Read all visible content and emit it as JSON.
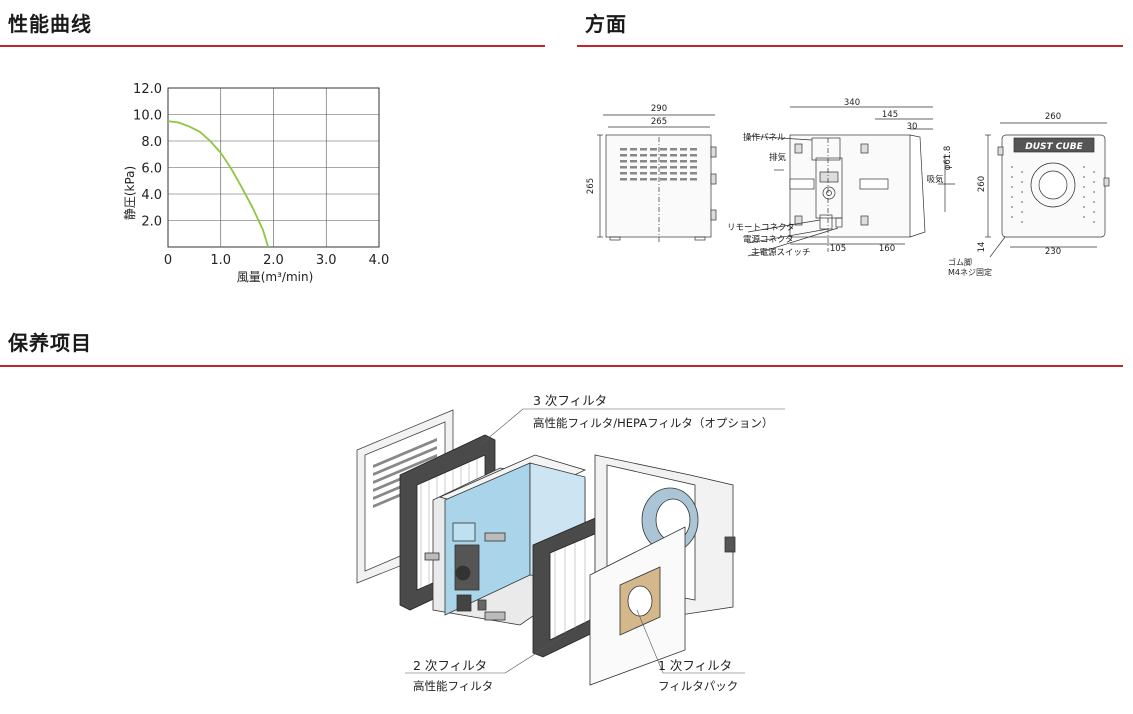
{
  "sections": {
    "performance": "性能曲线",
    "dimensions": "方面",
    "maintenance": "保养项目"
  },
  "chart_data": {
    "type": "line",
    "xlabel": "風量(m³/min)",
    "ylabel": "静圧(kPa)",
    "xlim": [
      0,
      4.0
    ],
    "ylim": [
      0,
      12.0
    ],
    "xticks": [
      "0",
      "1.0",
      "2.0",
      "3.0",
      "4.0"
    ],
    "yticks": [
      "2.0",
      "4.0",
      "6.0",
      "8.0",
      "10.0",
      "12.0"
    ],
    "grid": true,
    "color": "#8dc63f",
    "series": [
      {
        "x": [
          0,
          0.2,
          0.4,
          0.6,
          0.8,
          1.0,
          1.2,
          1.4,
          1.6,
          1.8,
          1.9
        ],
        "values": [
          9.5,
          9.4,
          9.1,
          8.7,
          8.0,
          7.1,
          5.9,
          4.5,
          3.0,
          1.3,
          0.0
        ]
      }
    ]
  },
  "drawing": {
    "dims": {
      "w290": "290",
      "w265": "265",
      "h265": "265",
      "w340": "340",
      "w145": "145",
      "w30": "30",
      "d61": "φ61.8",
      "w105": "105",
      "w160": "160",
      "w260": "260",
      "h260": "260",
      "h14": "14",
      "w230": "230"
    },
    "labels": {
      "panel": "操作パネル",
      "exhaust": "排気",
      "intake": "吸気",
      "remote": "リモートコネクタ",
      "power_conn": "電源コネクタ",
      "main_switch": "主電源スイッチ",
      "rubber_foot": "ゴム脚",
      "screw": "M4ネジ固定",
      "logo": "DUST CUBE"
    }
  },
  "filters": {
    "third_title": "3 次フィルタ",
    "third_sub": "高性能フィルタ/HEPAフィルタ（オプション）",
    "second_title": "2 次フィルタ",
    "second_sub": "高性能フィルタ",
    "first_title": "1 次フィルタ",
    "first_sub": "フィルタパック"
  }
}
